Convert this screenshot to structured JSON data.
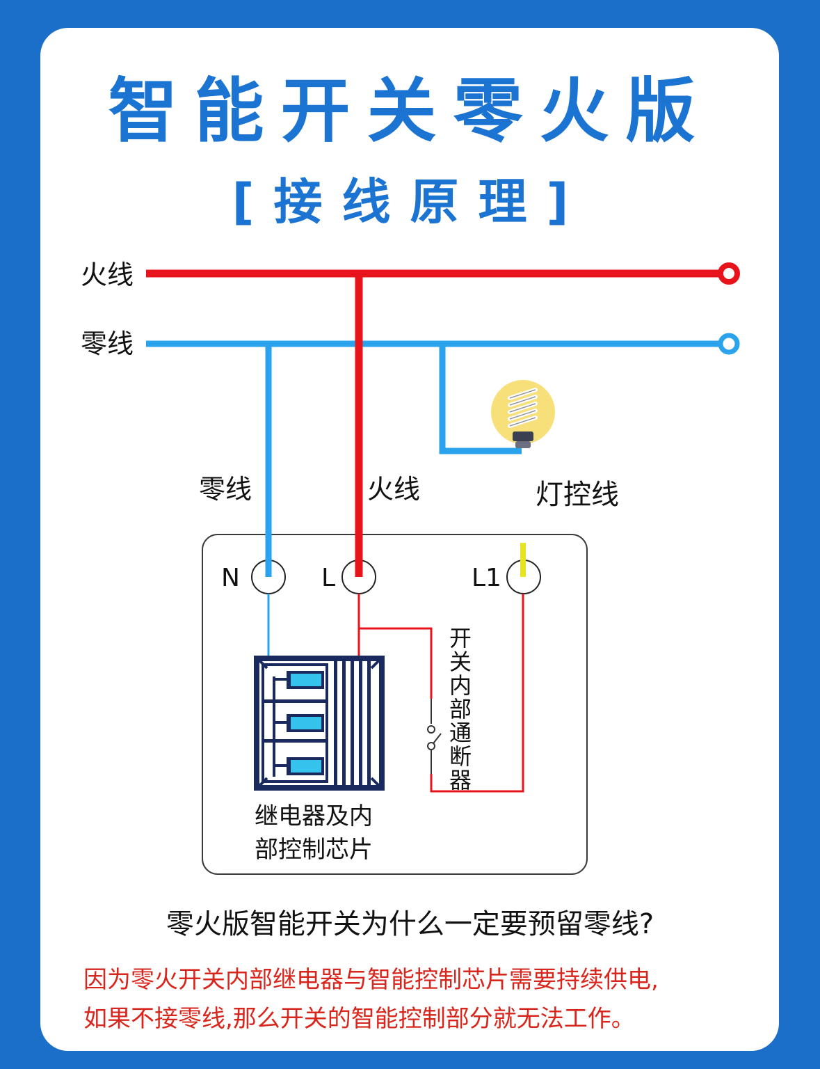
{
  "title": "智能开关零火版",
  "subtitle": "[接线原理]",
  "bus": {
    "live_label": "火线",
    "neutral_label": "零线"
  },
  "wires": {
    "neutral_label": "零线",
    "live_label": "火线",
    "lamp_label": "灯控线"
  },
  "terminals": {
    "n": "N",
    "l": "L",
    "l1": "L1"
  },
  "switch_label": "开关内部通断器",
  "relay_label": [
    "继电器及内",
    "部控制芯片"
  ],
  "question": "零火版智能开关为什么一定要预留零线?",
  "answer": [
    "因为零火开关内部继电器与智能控制芯片需要持续供电,",
    "如果不接零线,那么开关的智能控制部分就无法工作。"
  ],
  "colors": {
    "live": "#e8141c",
    "neutral": "#2aa3ec",
    "accent": "#1b74d2",
    "relay": "#1b2a5e",
    "bulb": "#f7df7a"
  },
  "icons": {
    "bulb": "light-bulb-icon",
    "relay": "relay-chip-icon"
  }
}
